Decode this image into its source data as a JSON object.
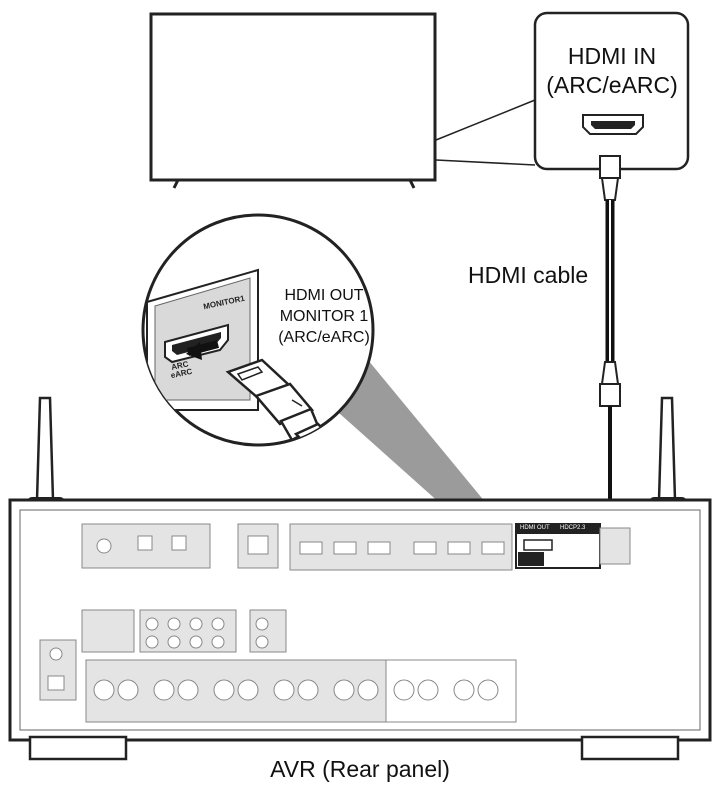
{
  "labels": {
    "hdmi_in": "HDMI IN",
    "hdmi_in_mode": "(ARC/eARC)",
    "hdmi_cable": "HDMI cable",
    "hdmi_out": "HDMI OUT",
    "hdmi_out_monitor": "MONITOR 1",
    "hdmi_out_mode": "(ARC/eARC)",
    "port_monitor_label": "MONITOR1",
    "port_arc": "ARC",
    "port_earc": "eARC",
    "panel_hdmi_out_tag": "HDMI OUT",
    "panel_hdcp_tag": "HDCP2.3",
    "avr_caption": "AVR (Rear panel)"
  },
  "colors": {
    "line": "#222222",
    "panel_gray": "#d9d9d9",
    "magnifier_shadow": "#8a8a8a",
    "cable": "#111111"
  }
}
